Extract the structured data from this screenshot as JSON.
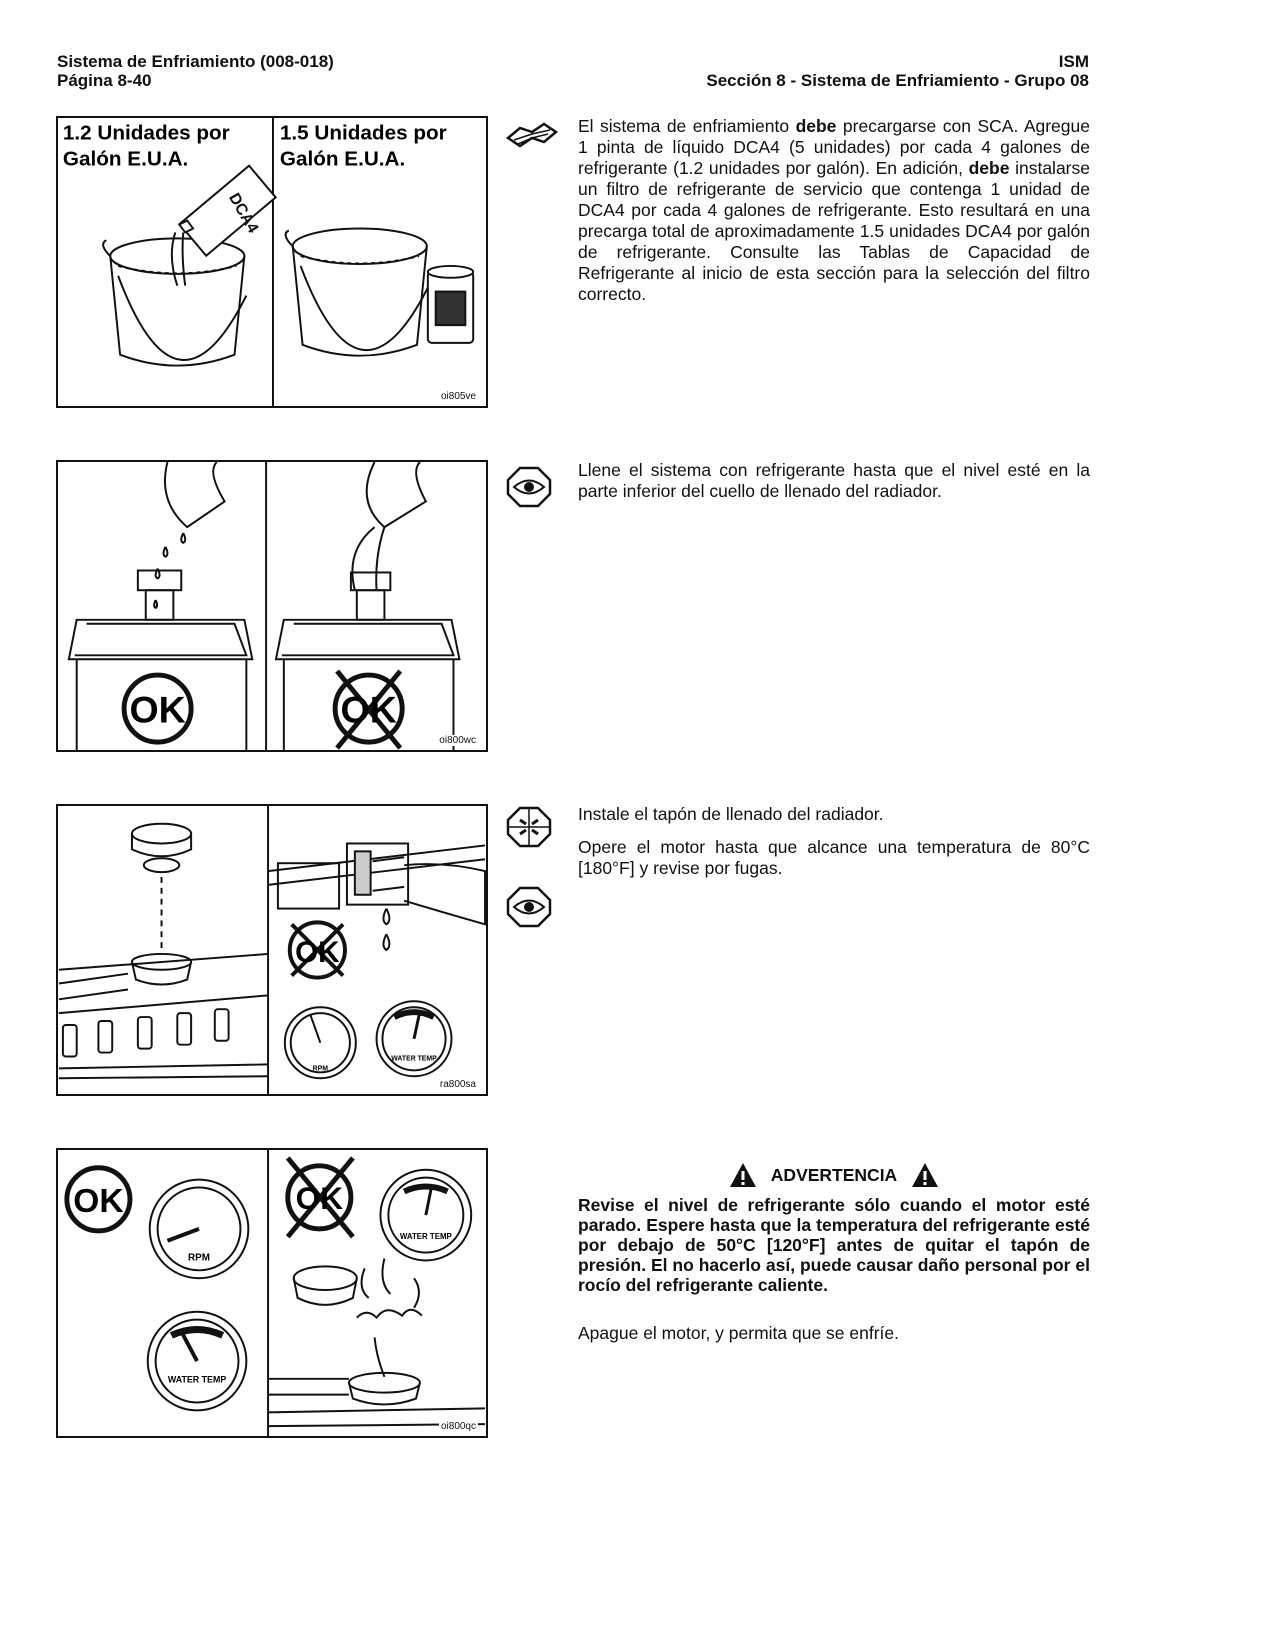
{
  "header": {
    "left_line1": "Sistema de Enfriamiento (008-018)",
    "left_line2": "Página 8-40",
    "right_line1": "ISM",
    "right_line2": "Sección 8 - Sistema de Enfriamiento - Grupo 08"
  },
  "figures": [
    {
      "code": "oi805ve",
      "label_left": "1.2 Unidades por Galón E.U.A.",
      "label_right": "1.5 Unidades por Galón E.U.A."
    },
    {
      "code": "oi800wc",
      "ok_left": "OK",
      "ok_right": "OK"
    },
    {
      "code": "ra800sa",
      "gauge_rpm": "RPM",
      "gauge_water": "WATER TEMP",
      "ok": "OK"
    },
    {
      "code": "oi800qc",
      "ok_left": "OK",
      "ok_right": "OK",
      "gauge_rpm": "RPM",
      "gauge_water": "WATER TEMP",
      "gauge_water2": "WATER TEMP"
    }
  ],
  "sections": {
    "s1": {
      "icon": "book-icon",
      "text_a": "El sistema de enfriamiento ",
      "bold_a": "debe",
      "text_b": " precargarse con SCA. Agregue 1 pinta de líquido DCA4 (5 unidades) por cada 4 galones de refrigerante (1.2 unidades por galón). En adición, ",
      "bold_b": "debe",
      "text_c": " instalarse un filtro de refrigerante de servicio que contenga 1 unidad de DCA4 por cada 4 galones de refrigerante. Esto resultará en una precarga total de aproximadamente 1.5 unidades DCA4 por galón de refrigerante. Consulte las Tablas de Capacidad de Refrigerante al inicio de esta sección para la selección del filtro correcto."
    },
    "s2": {
      "icon": "eye-icon",
      "text": "Llene el sistema con refrigerante hasta que el nivel esté en la parte inferior del cuello de llenado del radiador."
    },
    "s3": {
      "icon_a": "install-icon",
      "icon_b": "eye-icon",
      "text_a": "Instale el tapón de llenado del radiador.",
      "text_b": "Opere el motor hasta que alcance una temperatura de 80°C [180°F] y revise por fugas."
    },
    "s4": {
      "warning_title": "ADVERTENCIA",
      "warning_body": "Revise el nivel de refrigerante sólo cuando el motor esté parado. Espere hasta que la temperatura del refrigerante esté por debajo de 50°C [120°F] antes de quitar el tapón de presión. El no hacerlo así, puede causar daño personal por el rocío del refrigerante caliente.",
      "text": "Apague el motor, y permita que se enfríe."
    }
  }
}
